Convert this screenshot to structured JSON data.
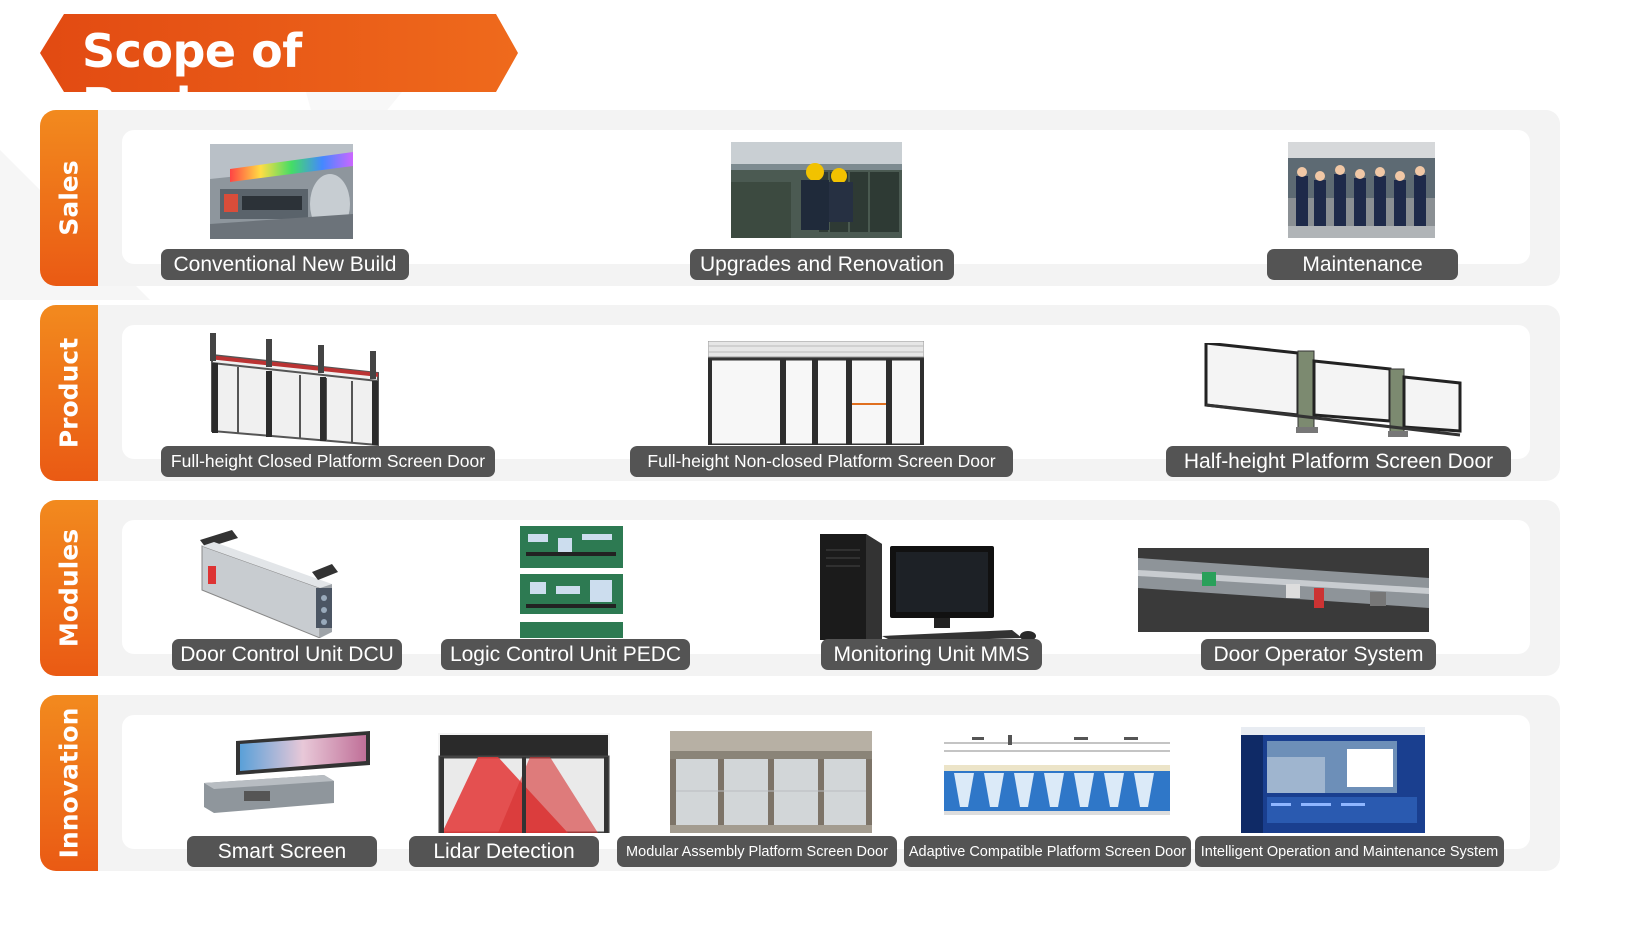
{
  "header": {
    "title": "Scope of Business"
  },
  "colors": {
    "accent_orange": "#ea5a14",
    "tab_top": "#f28a1e",
    "label_bg": "#545454",
    "band_bg": "#f3f3f3"
  },
  "rows": [
    {
      "name": "Sales",
      "items": [
        "Conventional New Build",
        "Upgrades and Renovation",
        "Maintenance"
      ]
    },
    {
      "name": "Product",
      "items": [
        "Full-height Closed Platform Screen Door",
        "Full-height Non-closed Platform Screen Door",
        "Half-height Platform Screen Door"
      ]
    },
    {
      "name": "Modules",
      "items": [
        "Door Control Unit DCU",
        "Logic Control Unit PEDC",
        "Monitoring Unit MMS",
        "Door Operator System"
      ]
    },
    {
      "name": "Innovation",
      "items": [
        "Smart Screen",
        "Lidar Detection",
        "Modular Assembly Platform Screen Door",
        "Adaptive Compatible Platform Screen Door",
        "Intelligent Operation and Maintenance System"
      ]
    }
  ]
}
